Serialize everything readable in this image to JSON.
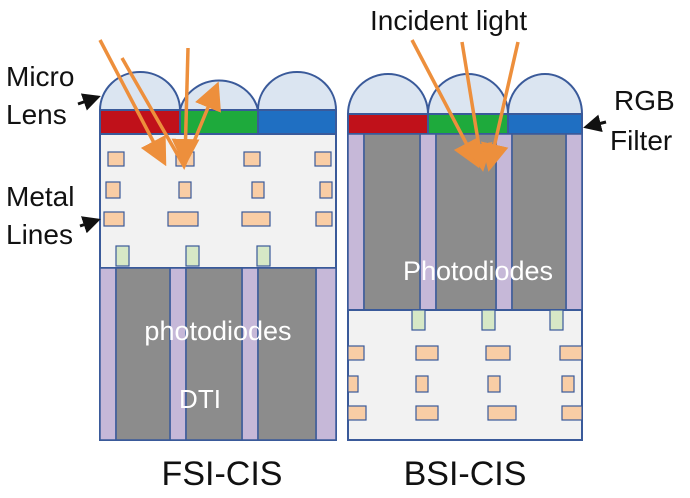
{
  "labels": {
    "micro_lens": [
      "Micro",
      "Lens"
    ],
    "metal_lines": [
      "Metal",
      "Lines"
    ],
    "incident_light": "Incident light",
    "rgb_filter": [
      "RGB",
      "Filter"
    ],
    "fsi_photodiodes": "photodiodes",
    "dti": "DTI",
    "bsi_photodiodes": "Photodiodes",
    "fsi_caption": "FSI-CIS",
    "bsi_caption": "BSI-CIS"
  },
  "colors": {
    "outline": "#3a5a9a",
    "lens_fill": "#dbe5f1",
    "filter_red": "#c0111a",
    "filter_green": "#1eaa3c",
    "filter_blue": "#1f6fc2",
    "substrate": "#f2f2f2",
    "metal": "#f9cda5",
    "via": "#d6e8c6",
    "photodiode": "#8c8c8c",
    "dti": "#c6b8d8",
    "light_ray": "#ed8f3c",
    "arrow": "#111111"
  }
}
